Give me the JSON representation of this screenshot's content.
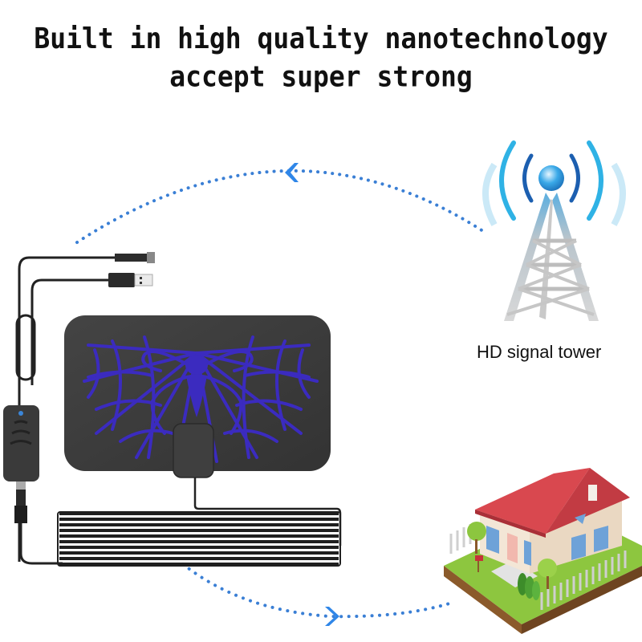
{
  "headline": {
    "line1": "Built in high quality nanotechnology",
    "line2": "accept super strong"
  },
  "tower": {
    "label": "HD signal tower",
    "icon": "signal-tower-icon"
  },
  "house": {
    "icon": "house-icon"
  },
  "antenna": {
    "icon": "flat-hdtv-antenna-icon",
    "pattern": "spider-web",
    "accent_color": "#3b2bbf",
    "body_color": "#3c3c3c"
  },
  "amplifier": {
    "icon": "signal-amplifier-icon"
  },
  "cables": {
    "usb": "usb-plug-icon",
    "coax": "coax-connector-icon"
  },
  "arrows": {
    "top_direction": "left",
    "bottom_direction": "right",
    "color": "#3a7fd5"
  }
}
